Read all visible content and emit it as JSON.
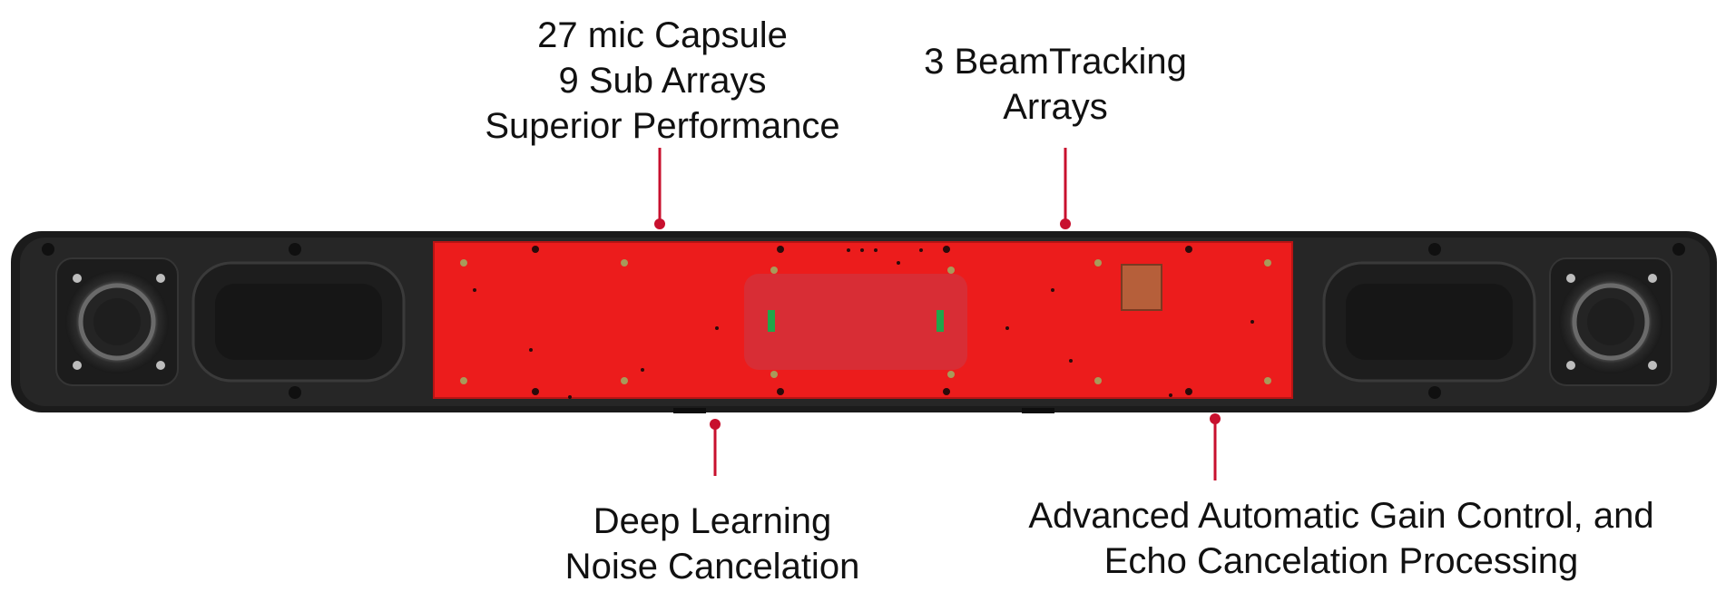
{
  "callouts": {
    "mic_capsule": {
      "lines": [
        "27 mic Capsule",
        "9 Sub Arrays",
        "Superior Performance"
      ]
    },
    "beam_tracking": {
      "lines": [
        "3 BeamTracking",
        "Arrays"
      ]
    },
    "noise_cancelation": {
      "lines": [
        "Deep Learning",
        "Noise Cancelation"
      ]
    },
    "agc_echo": {
      "lines": [
        "Advanced Automatic Gain Control, and",
        "Echo Cancelation Processing"
      ]
    }
  },
  "colors": {
    "accent_red": "#e8191b",
    "leader_red": "#c8102e",
    "housing": "#1b1b1b",
    "board_red": "#ec1c1c"
  }
}
